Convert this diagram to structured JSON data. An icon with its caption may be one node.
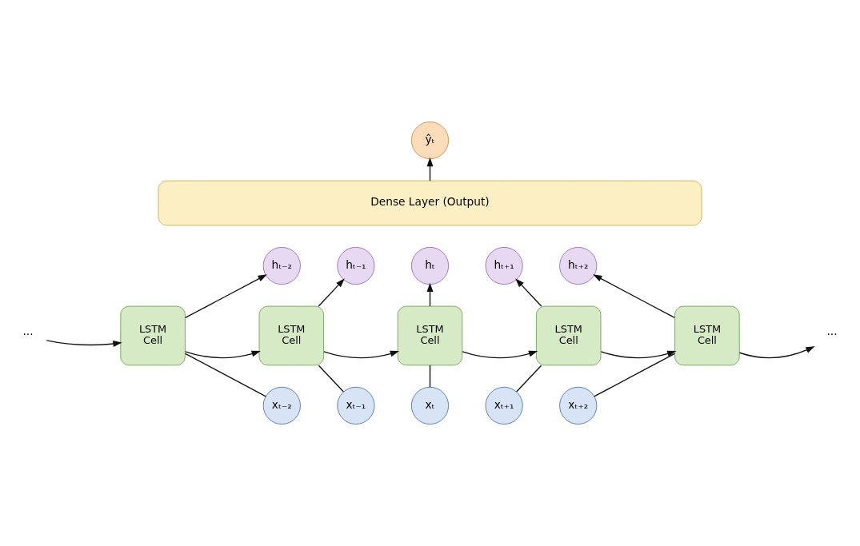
{
  "diagram": {
    "nodes": [
      {
        "text": [
          "ŷₜ"
        ]
      },
      {
        "text": [
          "Dense Layer (Output)"
        ]
      },
      {
        "text": [
          "hₜ₋₂"
        ]
      },
      {
        "text": [
          "hₜ₋₁"
        ]
      },
      {
        "text": [
          "hₜ"
        ]
      },
      {
        "text": [
          "hₜ₊₁"
        ]
      },
      {
        "text": [
          "hₜ₊₂"
        ]
      },
      {
        "text": [
          "···"
        ]
      },
      {
        "text": [
          "LSTM Cell"
        ]
      },
      {
        "text": [
          "LSTM Cell"
        ]
      },
      {
        "text": [
          "LSTM Cell"
        ]
      },
      {
        "text": [
          "LSTM Cell"
        ]
      },
      {
        "text": [
          "LSTM Cell"
        ]
      },
      {
        "text": [
          "···"
        ]
      },
      {
        "text": [
          "xₜ₋₂"
        ]
      },
      {
        "text": [
          "xₜ₋₁"
        ]
      },
      {
        "text": [
          "xₜ"
        ]
      },
      {
        "text": [
          "xₜ₊₁"
        ]
      },
      {
        "text": [
          "xₜ₊₂"
        ]
      }
    ],
    "edges": [
      {
        "from": 1,
        "to": 0,
        "arrow": "to"
      },
      {
        "from": 7,
        "to": 8,
        "arrow": "to"
      },
      {
        "from": 8,
        "to": 9,
        "arrow": "to"
      },
      {
        "from": 9,
        "to": 10,
        "arrow": "to"
      },
      {
        "from": 10,
        "to": 11,
        "arrow": "to"
      },
      {
        "from": 11,
        "to": 12,
        "arrow": "to"
      },
      {
        "from": 12,
        "to": 13,
        "arrow": "to"
      },
      {
        "from": 8,
        "to": 2,
        "arrow": "to"
      },
      {
        "from": 9,
        "to": 3,
        "arrow": "to"
      },
      {
        "from": 10,
        "to": 4,
        "arrow": "to"
      },
      {
        "from": 11,
        "to": 5,
        "arrow": "to"
      },
      {
        "from": 12,
        "to": 6,
        "arrow": "to"
      },
      {
        "from": 14,
        "to": 8,
        "arrow": "none"
      },
      {
        "from": 15,
        "to": 9,
        "arrow": "none"
      },
      {
        "from": 16,
        "to": 10,
        "arrow": "none"
      },
      {
        "from": 17,
        "to": 11,
        "arrow": "none"
      },
      {
        "from": 18,
        "to": 12,
        "arrow": "none"
      }
    ]
  }
}
